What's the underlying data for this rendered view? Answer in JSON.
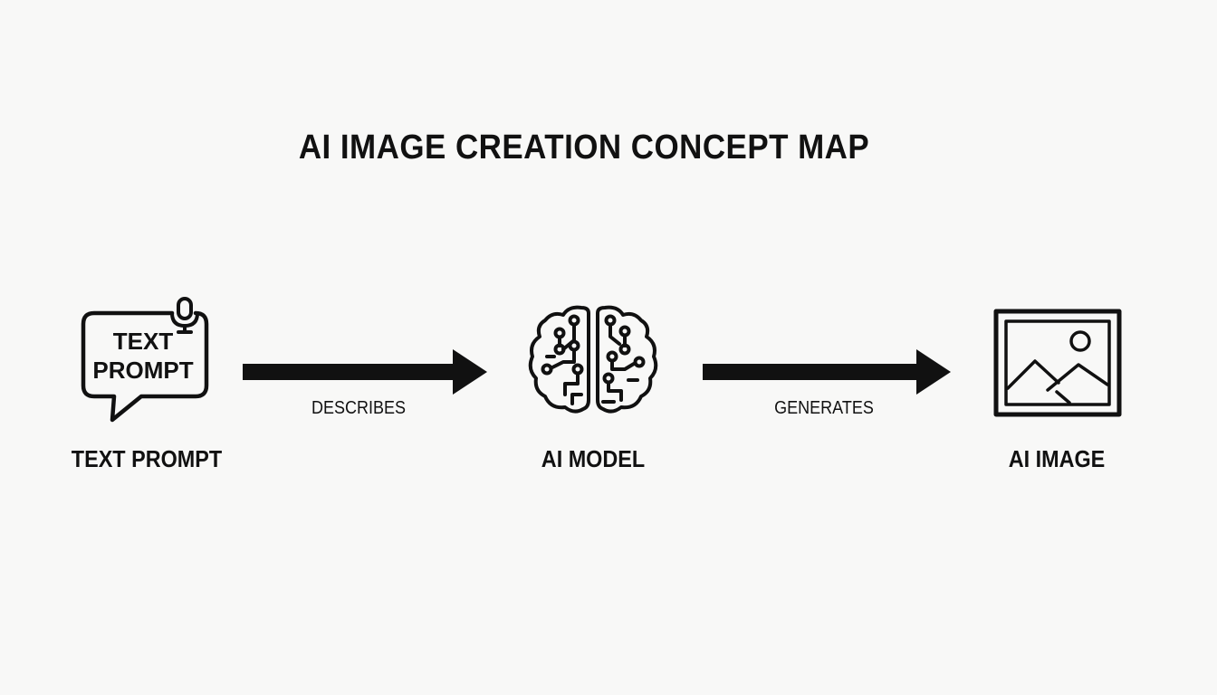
{
  "title": "AI IMAGE CREATION CONCEPT MAP",
  "nodes": [
    {
      "label": "TEXT PROMPT",
      "icon": "speech-bubble-microphone-icon",
      "icon_text_line1": "TEXT",
      "icon_text_line2": "PROMPT"
    },
    {
      "label": "AI MODEL",
      "icon": "brain-circuit-icon"
    },
    {
      "label": "AI IMAGE",
      "icon": "framed-landscape-image-icon"
    }
  ],
  "edges": [
    {
      "from": "TEXT PROMPT",
      "to": "AI MODEL",
      "label": "DESCRIBES"
    },
    {
      "from": "AI MODEL",
      "to": "AI IMAGE",
      "label": "GENERATES"
    }
  ],
  "colors": {
    "background": "#f8f8f7",
    "ink": "#111111"
  }
}
